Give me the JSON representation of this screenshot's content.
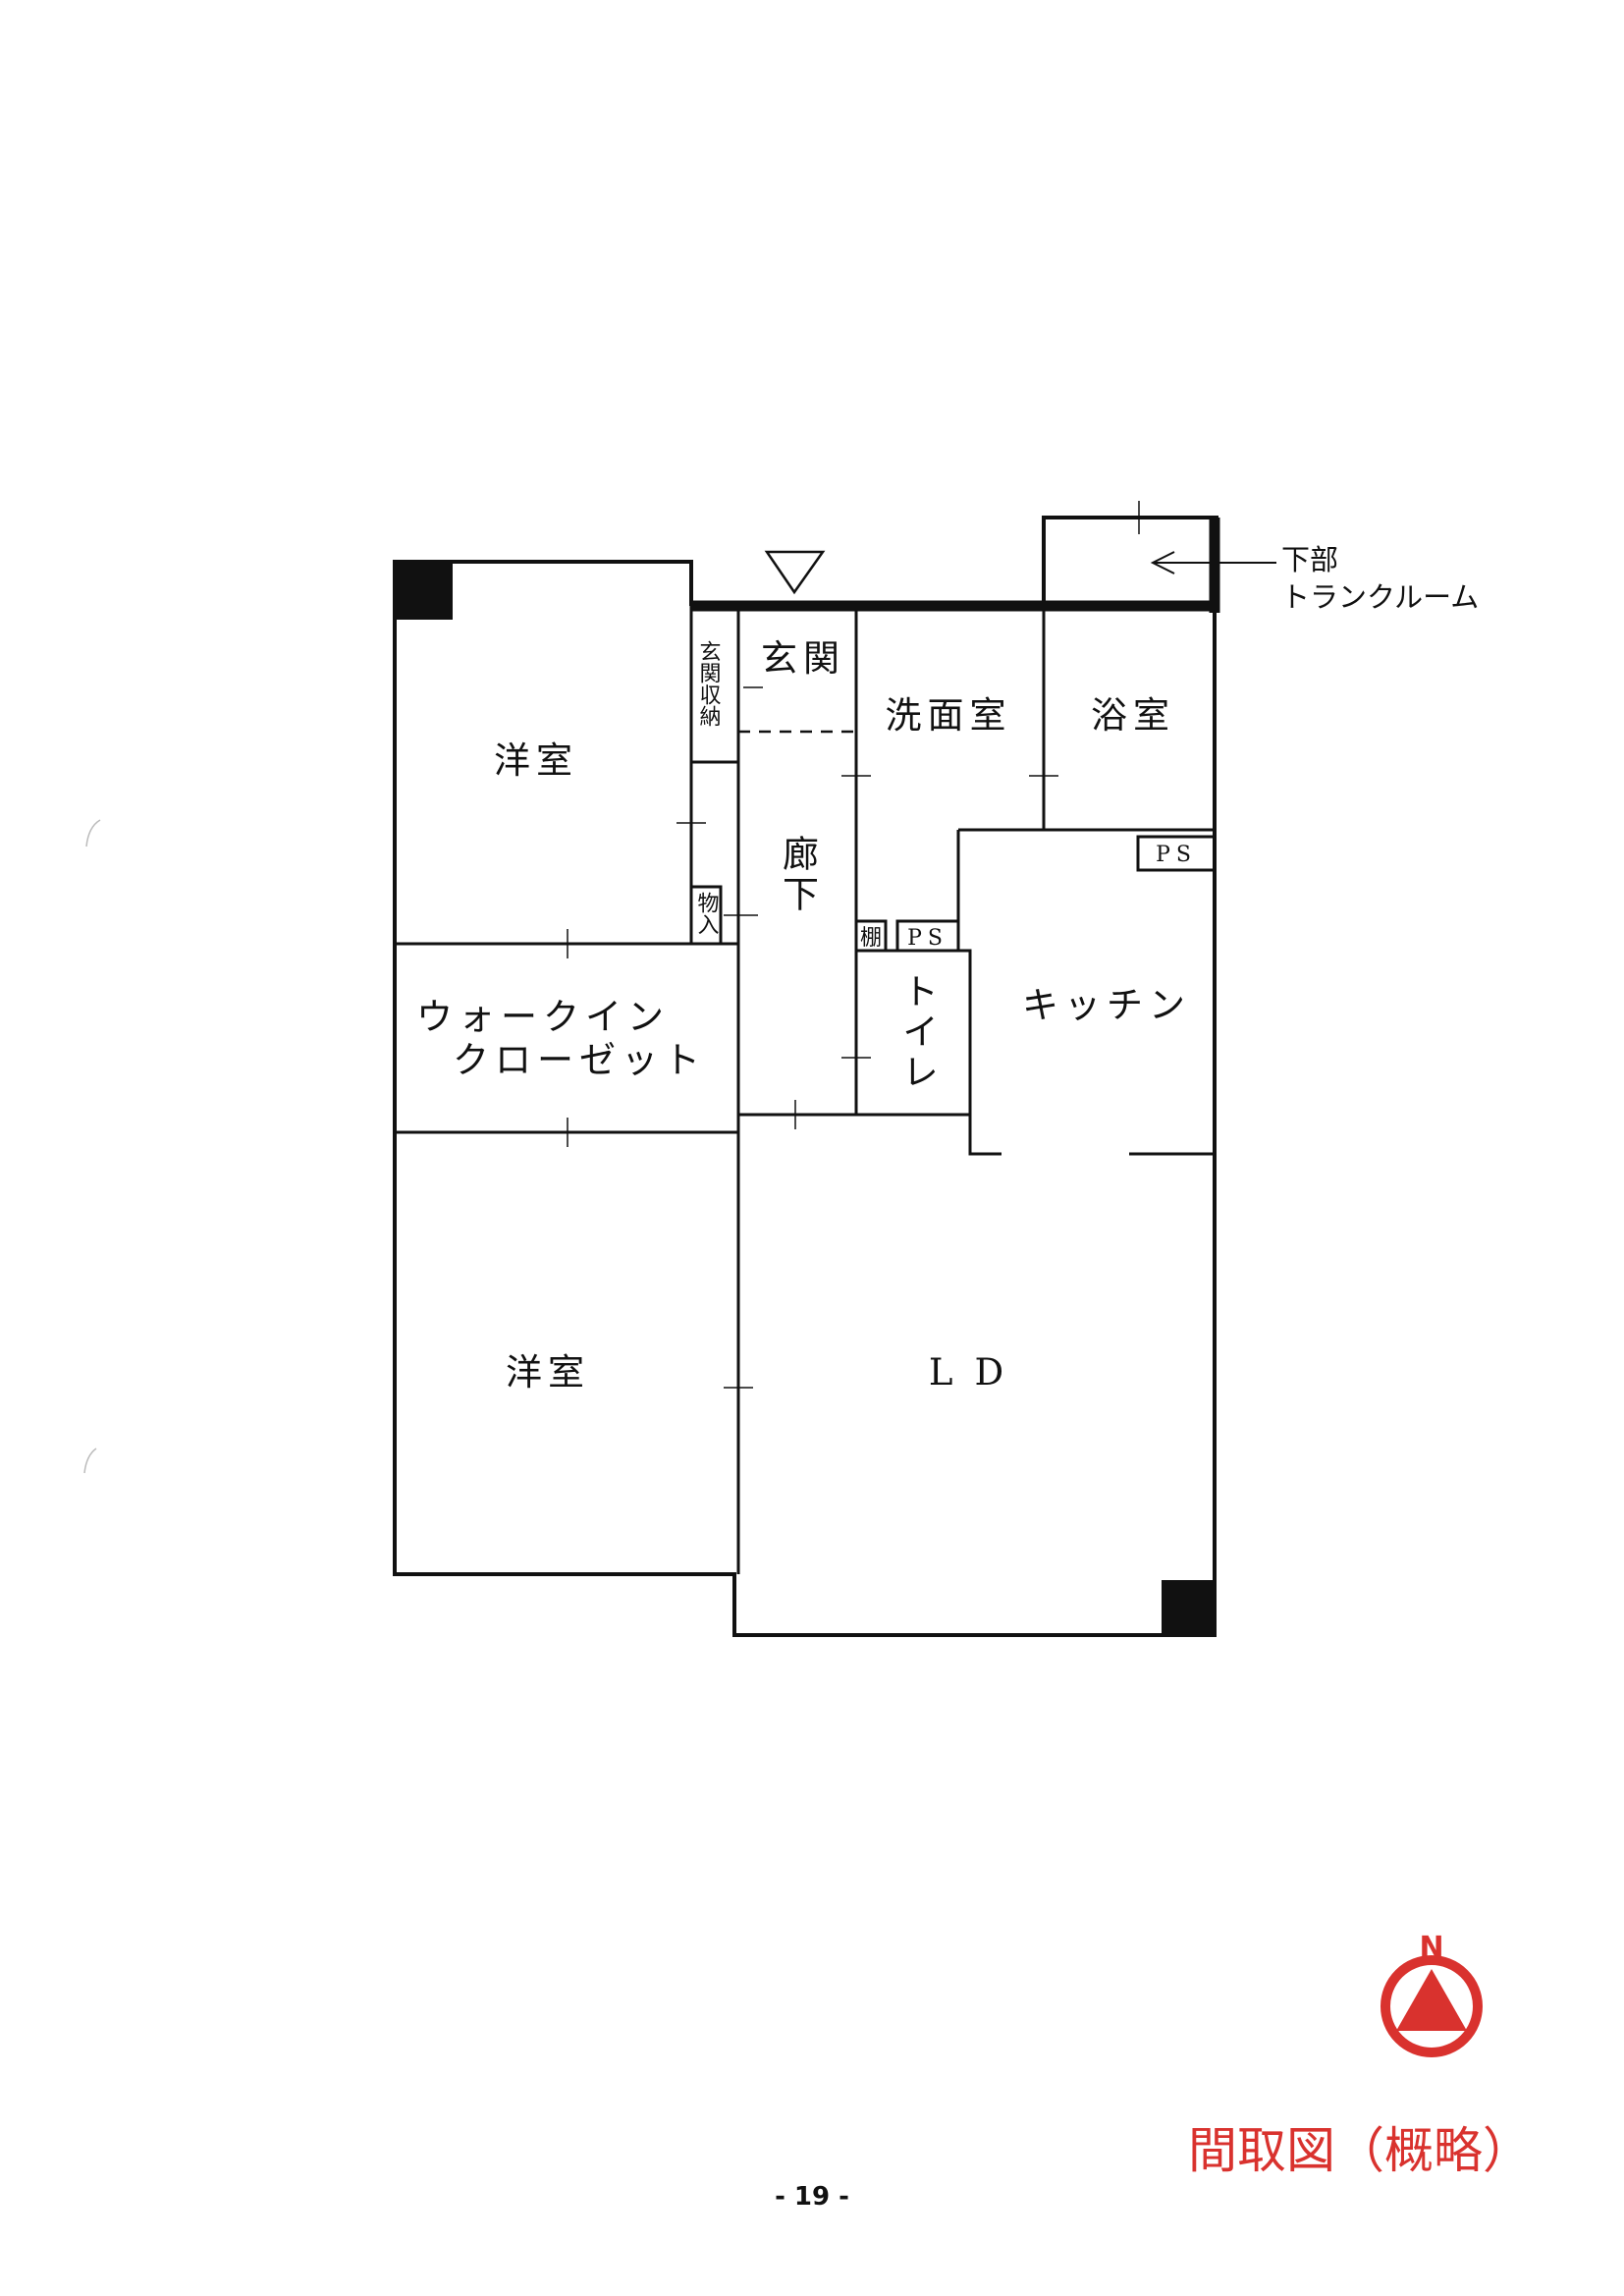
{
  "rooms": {
    "western_room_north": "洋室",
    "entrance_storage": "玄関収納",
    "entrance": "玄関",
    "washroom": "洗面室",
    "bathroom": "浴室",
    "corridor": "廊下",
    "closet": "物入",
    "shelf": "棚",
    "pipe_space_kitchen": "PS",
    "pipe_space_toilet": "PS",
    "toilet": "トイレ",
    "kitchen": "キッチン",
    "walk_in_closet_line1": "ウォークイン",
    "walk_in_closet_line2": "クローゼット",
    "western_room_south": "洋室",
    "living_dining": "LD"
  },
  "annotation": {
    "line1": "下部",
    "line2": "トランクルーム"
  },
  "compass": {
    "letter": "N",
    "color": "#d9322e"
  },
  "title": "間取図（概略）",
  "page_number": "- 19 -",
  "colors": {
    "accent": "#d9322e",
    "ink": "#111111"
  }
}
